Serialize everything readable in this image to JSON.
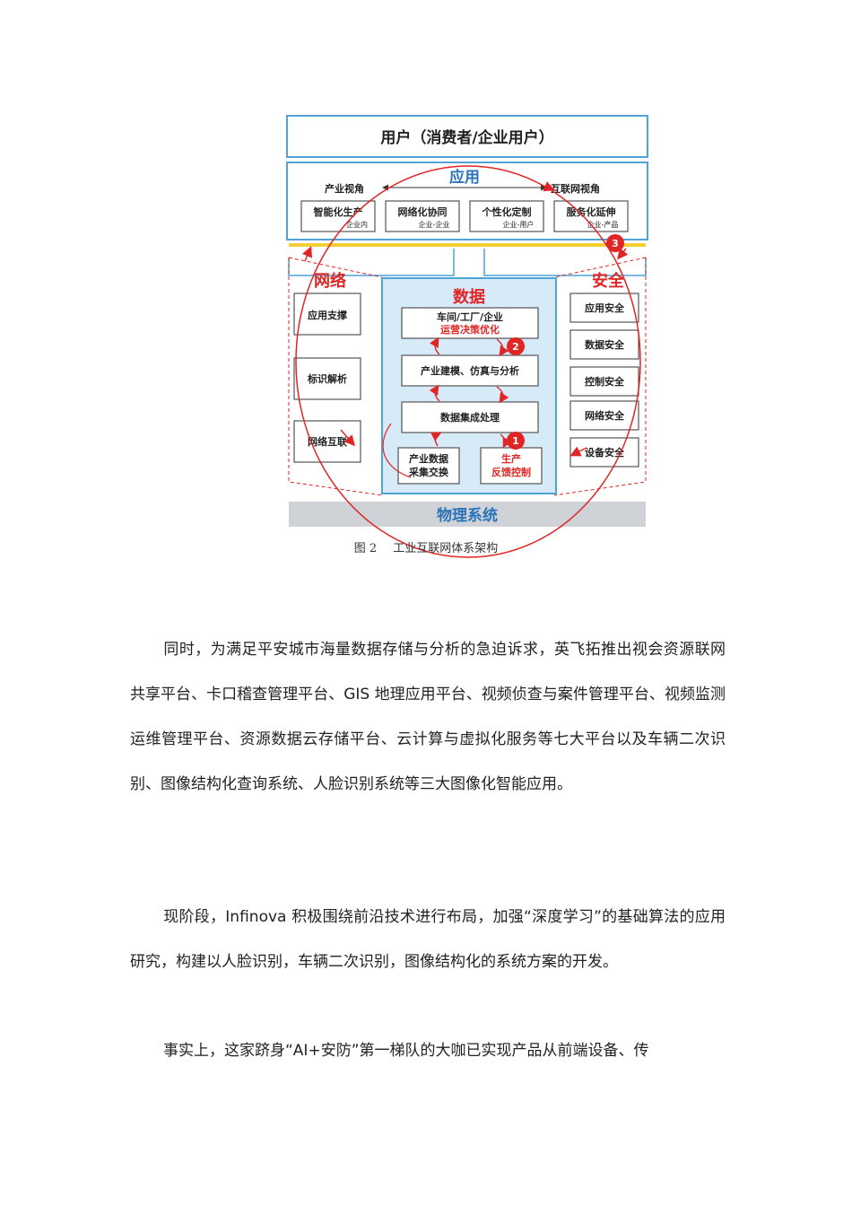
{
  "figure": {
    "user_layer": "用户（消费者/企业用户）",
    "app": {
      "title": "应用",
      "left_view": "产业视角",
      "right_view": "互联网视角",
      "boxes": [
        {
          "main": "智能化生产",
          "sub": "企业内"
        },
        {
          "main": "网络化协同",
          "sub": "企业-企业"
        },
        {
          "main": "个性化定制",
          "sub": "企业-用户"
        },
        {
          "main": "服务化延伸",
          "sub": "企业-产品"
        }
      ]
    },
    "network": {
      "title": "网络",
      "items": [
        "应用支撑",
        "标识解析",
        "网络互联"
      ]
    },
    "data": {
      "title": "数据",
      "box1_line1": "车间/工厂/企业",
      "box1_line2": "运营决策优化",
      "box2": "产业建模、仿真与分析",
      "box3": "数据集成处理",
      "box4_line1": "产业数据",
      "box4_line2": "采集交换",
      "box5_line1": "生产",
      "box5_line2": "反馈控制"
    },
    "security": {
      "title": "安全",
      "items": [
        "应用安全",
        "数据安全",
        "控制安全",
        "网络安全",
        "设备安全"
      ]
    },
    "physical": "物理系统",
    "markers": [
      "1",
      "2",
      "3"
    ]
  },
  "caption": {
    "number": "图 2",
    "text": "工业互联网体系架构"
  },
  "paragraphs": {
    "p1": "同时，为满足平安城市海量数据存储与分析的急迫诉求，英飞拓推出视会资源联网共享平台、卡口稽查管理平台、GIS 地理应用平台、视频侦查与案件管理平台、视频监测运维管理平台、资源数据云存储平台、云计算与虚拟化服务等七大平台以及车辆二次识别、图像结构化查询系统、人脸识别系统等三大图像化智能应用。",
    "p2": "现阶段，Infinova 积极围绕前沿技术进行布局，加强“深度学习”的基础算法的应用研究，构建以人脸识别，车辆二次识别，图像结构化的系统方案的开发。",
    "p3": "事实上，这家跻身“AI+安防”第一梯队的大咖已实现产品从前端设备、传"
  },
  "colors": {
    "frame": "#4fa3d6",
    "core_fill": "#d6eaf7",
    "accent_red": "#e02525",
    "title_blue": "#2a73b8",
    "physical_fill": "#cfd3d8",
    "yellow_line": "#f2d033"
  }
}
